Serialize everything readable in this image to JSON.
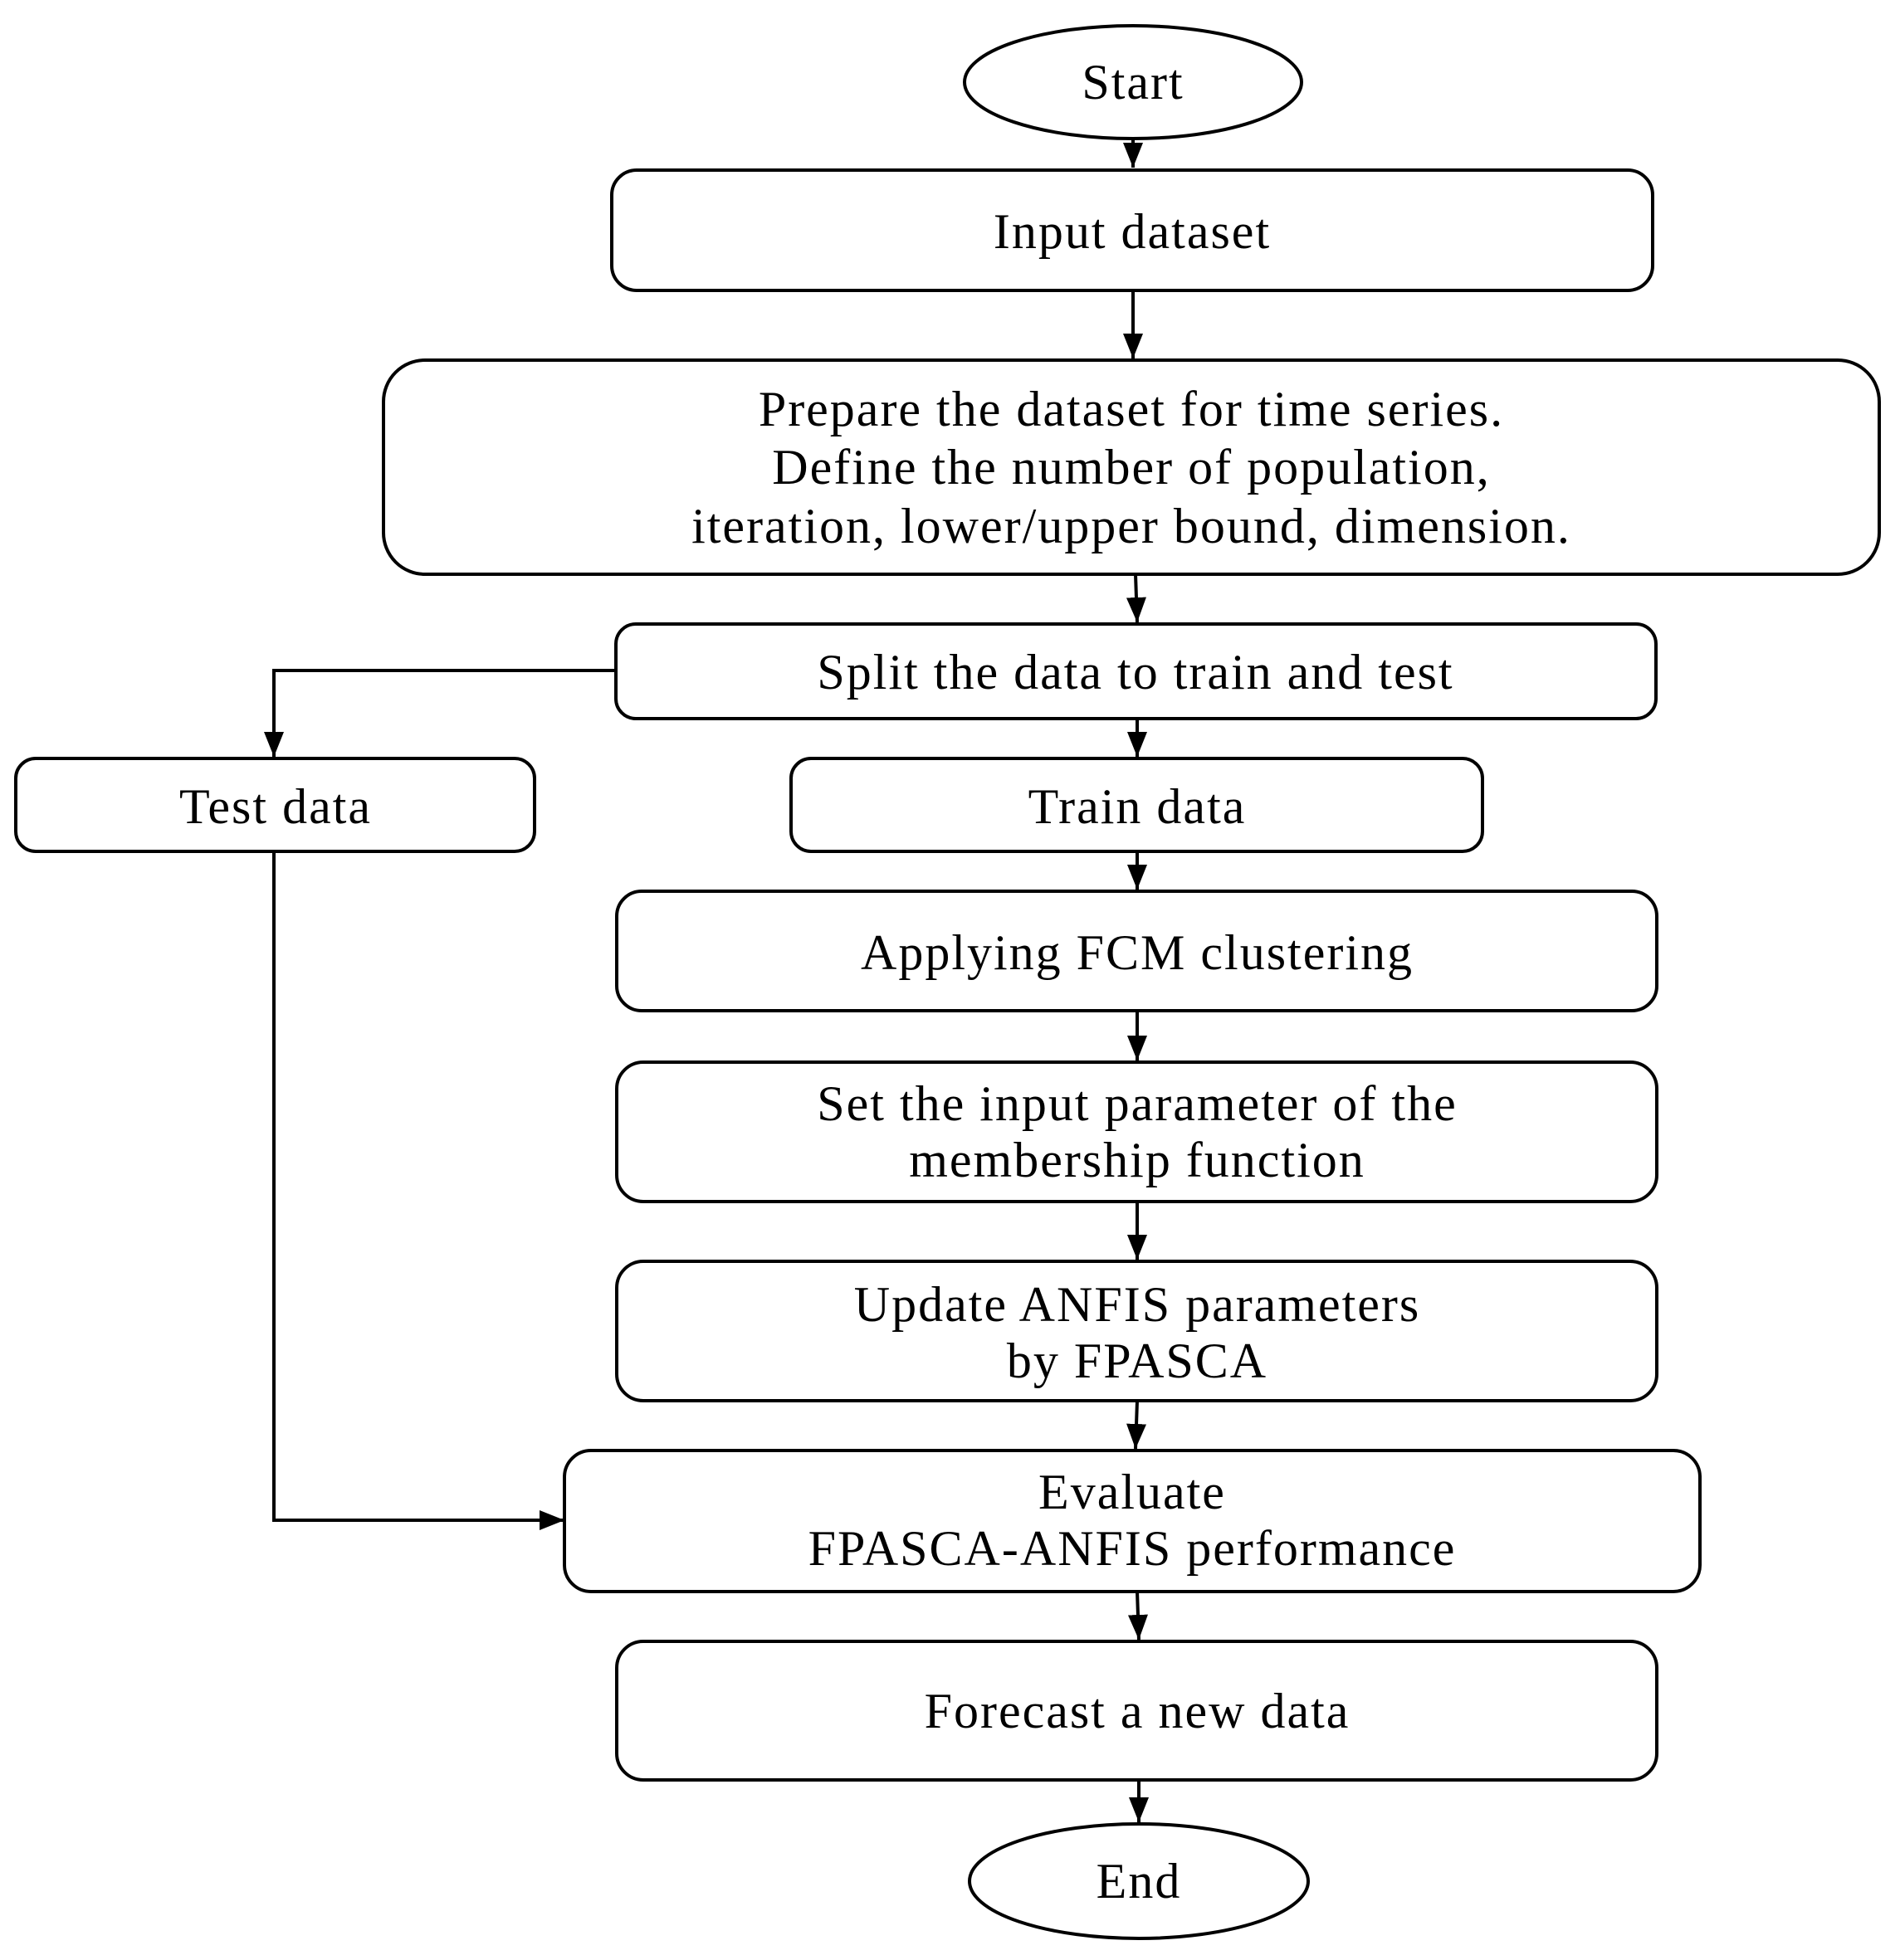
{
  "diagram": {
    "nodes": {
      "start": {
        "lines": [
          "Start"
        ]
      },
      "input_dataset": {
        "lines": [
          "Input dataset"
        ]
      },
      "prepare": {
        "lines": [
          "Prepare the dataset for time series.",
          "Define the number of population,",
          "iteration, lower/upper bound, dimension."
        ]
      },
      "split": {
        "lines": [
          "Split the data to train and test"
        ]
      },
      "test_data": {
        "lines": [
          "Test data"
        ]
      },
      "train_data": {
        "lines": [
          "Train data"
        ]
      },
      "fcm": {
        "lines": [
          "Applying FCM clustering"
        ]
      },
      "set_params": {
        "lines": [
          "Set the input parameter of the",
          "membership function"
        ]
      },
      "update": {
        "lines": [
          "Update ANFIS parameters",
          "by FPASCA"
        ]
      },
      "evaluate": {
        "lines": [
          "Evaluate",
          "FPASCA-ANFIS performance"
        ]
      },
      "forecast": {
        "lines": [
          "Forecast a new data"
        ]
      },
      "end": {
        "lines": [
          "End"
        ]
      }
    }
  }
}
